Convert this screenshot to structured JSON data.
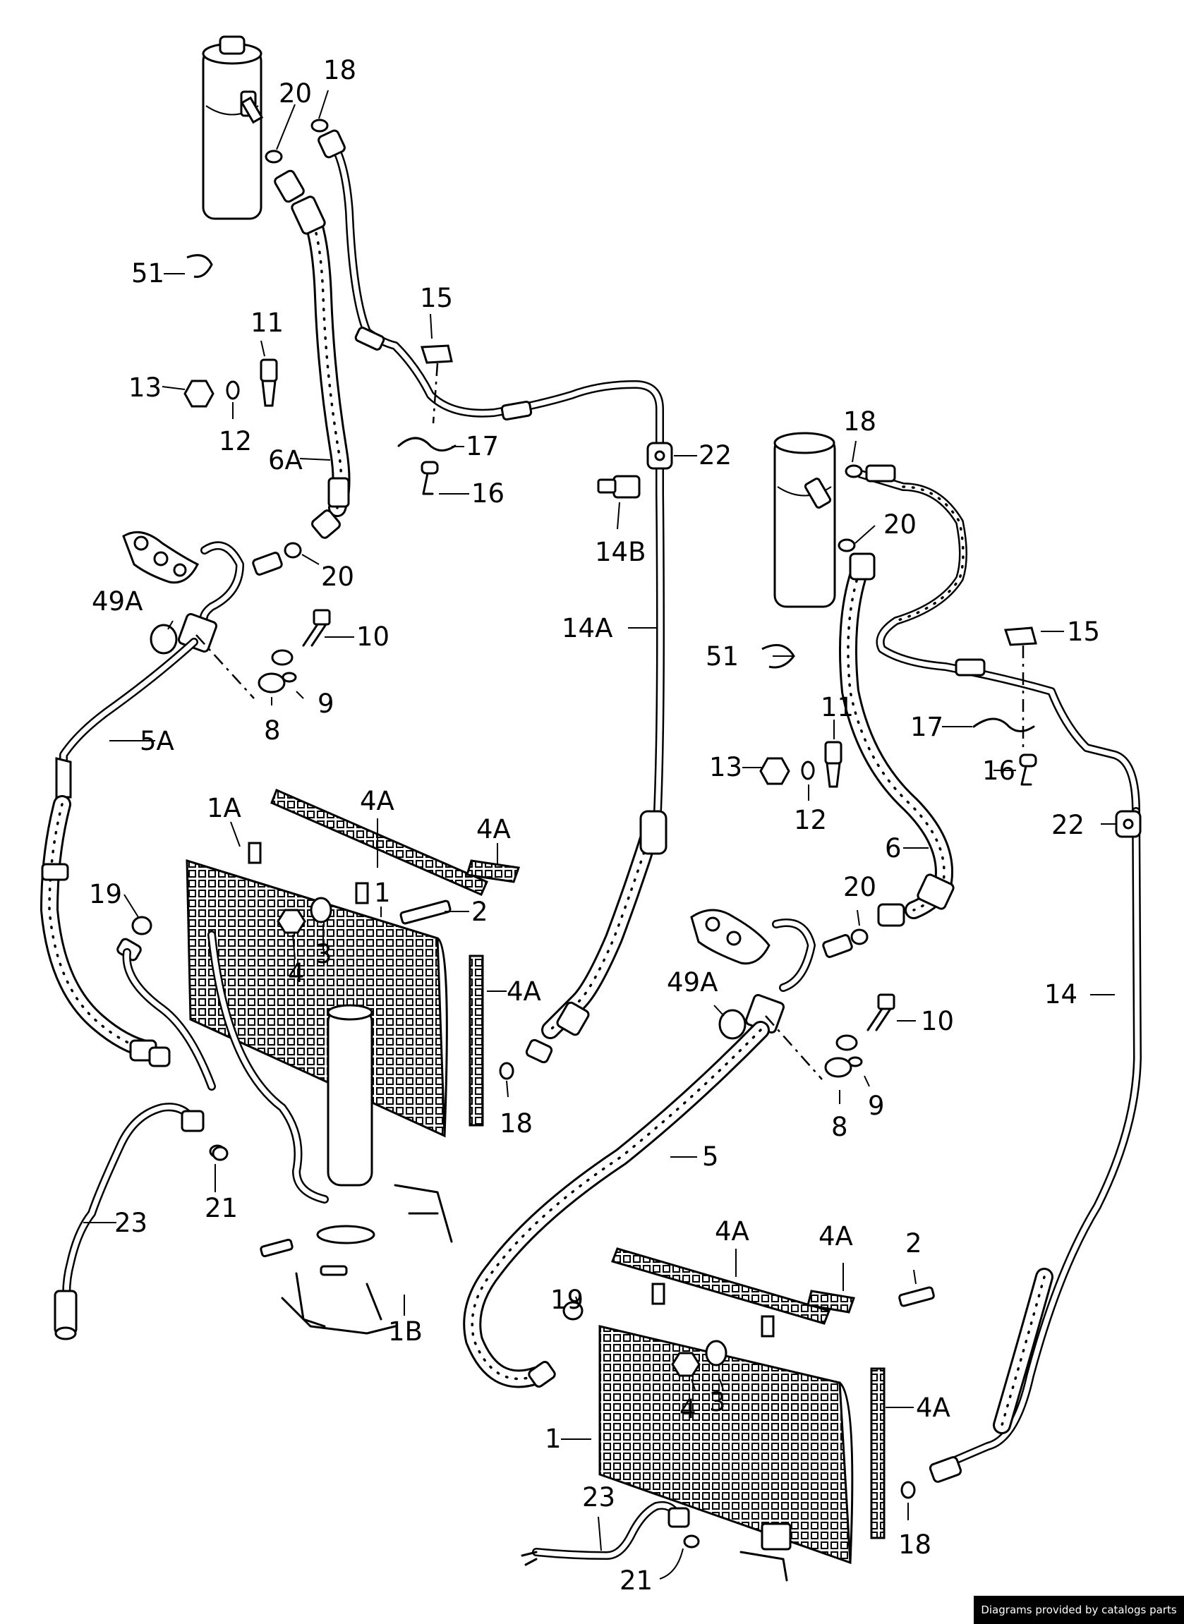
{
  "diagram": {
    "labels": {
      "l18a": "18",
      "l20a": "20",
      "l51a": "51",
      "l15a": "15",
      "l11a": "11",
      "l13a": "13",
      "l12a": "12",
      "l6A": "6A",
      "l17a": "17",
      "l16a": "16",
      "l22a": "22",
      "l14B": "14B",
      "l20b": "20",
      "l10a": "10",
      "l49Aa": "49A",
      "l9a": "9",
      "l8a": "8",
      "l5A": "5A",
      "l14A": "14A",
      "l1A": "1A",
      "l4Aa": "4A",
      "l4Ab": "4A",
      "l19a": "19",
      "l1a": "1",
      "l2a": "2",
      "l4a": "4",
      "l3a": "3",
      "l4Ac": "4A",
      "l18b": "18",
      "l21a": "21",
      "l23a": "23",
      "l1B": "1B",
      "l18c": "18",
      "l20c": "20",
      "l15b": "15",
      "l51b": "51",
      "l11b": "11",
      "l17b": "17",
      "l13b": "13",
      "l16b": "16",
      "l12b": "12",
      "l22b": "22",
      "l6": "6",
      "l20d": "20",
      "l49Ab": "49A",
      "l10b": "10",
      "l9b": "9",
      "l8b": "8",
      "l14": "14",
      "l5": "5",
      "l4Ad": "4A",
      "l4Ae": "4A",
      "l2b": "2",
      "l19b": "19",
      "l4b": "4",
      "l3b": "3",
      "l4Af": "4A",
      "l1b": "1",
      "l23b": "23",
      "l18d": "18",
      "l21b": "21"
    },
    "footer": "Diagrams provided by catalogs parts"
  }
}
